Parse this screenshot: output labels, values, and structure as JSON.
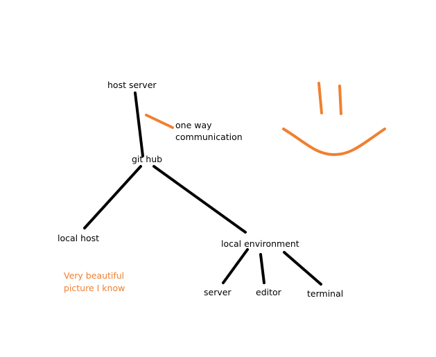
{
  "colors": {
    "ink": "#000000",
    "accent": "#f08030",
    "background": "#ffffff"
  },
  "nodes": {
    "host_server": "host server",
    "git_hub": "git hub",
    "local_host": "local host",
    "local_environment": "local environment",
    "server": "server",
    "editor": "editor",
    "terminal": "terminal"
  },
  "annotations": {
    "one_way_line1": "one way",
    "one_way_line2": "communication",
    "caption_line1": "Very beautiful",
    "caption_line2": "picture I know"
  },
  "edges": [
    {
      "from": "host server",
      "to": "git hub"
    },
    {
      "from": "git hub",
      "to": "local host"
    },
    {
      "from": "git hub",
      "to": "local environment"
    },
    {
      "from": "local environment",
      "to": "server"
    },
    {
      "from": "local environment",
      "to": "editor"
    },
    {
      "from": "local environment",
      "to": "terminal"
    }
  ],
  "doodle": {
    "shape": "smiley-face"
  }
}
